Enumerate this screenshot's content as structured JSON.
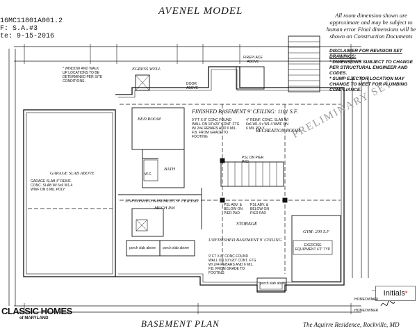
{
  "header": {
    "model_title": "AVENEL  MODEL",
    "drawing_id": "16MC11801A001.2",
    "line_f": "F:  S.A.#3",
    "line_date": "te:  9-15-2016",
    "room_note": "All room dimension shown are approximate and may be subject to human error Final dimensions will be shown on Construction Documents"
  },
  "disclaimer": {
    "heading": "DISCLAIMER FOR REVISION SET DRAWINGS:",
    "items": [
      "* DIMENSIONS SUBJECT TO CHANGE PER STRUCTURAL ENGINEER AND CODES.",
      "* SUMP EJECTOR LOCATION MAY CHANGE TO MEET FOR PLUMBING COMPLIANCE."
    ]
  },
  "watermark": "PRELIMINARY SET",
  "rooms": {
    "finished_basement": "FINISHED BASEMENT 9' CEILING: 1101 S.F.",
    "bedroom": "BED ROOM",
    "recreation": "RECREATION ROOM",
    "bath": "BATH",
    "garage": "GARAGE SLAB ABOVE",
    "unfinished_top": "UNFINISHED BASEMENT 9' CEILING",
    "mech": "MECH RM",
    "storage": "STORAGE",
    "unfinished_bottom": "UNFINISHED BASEMENT 9' CEILING",
    "gym": "GYM: 200 S.F",
    "egress": "EGRESS WELL",
    "fireplace": "FIREPLACE ABOVE",
    "window_well": "* WINDOW AND WALK UP LOCATIONS TO BE DETERMINED PER SITE CONDITIONS.",
    "porch_left": "porch slab above",
    "porch_mid": "porch slab above",
    "porch_bottom": "porch slab above",
    "exercise": "EXERCISE EQUIPMENT 4'2\" TYP",
    "door_above": "DOOR ABOVE",
    "wc": "W.C."
  },
  "notes": {
    "found_wall_1": "9' FT X 8\" CONC FOUND WALL ON 10\"x20\" CONT. FTG W/ 2#4 REBARS AND 6 MIL. F.B. FROM GRADE TO FOOTING",
    "found_wall_2": "9' FT X 8\" CONC FOUND WALL ON 10\"x20\" CONT. FTG W/ 2#4 REBARS AND 6 MIL. F.B. FROM GRADE TO FOOTING",
    "rebar_top": "4\" REINF. CONC. SLAB W/ 6x6 W1.4 x W1.4 WWF ON 6 MIL POLY",
    "garage_slab": "GARAGE SLAB 4\" REINF. CONC. SLAB W/ 6x6 W1.4 WWF ON 6 MIL POLY",
    "psl_1": "PSL ABV. & BELOW ON PIER PAD",
    "psl_2": "PSL ABV. & BELOW ON PIER PAD",
    "psl_3": "PSL ON PIER PAD"
  },
  "footer": {
    "plan_title": "BASEMENT PLAN",
    "residence": "The Aquirre Residence, Rockville, MD",
    "initials_label": "Initials",
    "homeowner_1": "HOMEOWNER",
    "homeowner_2": "HOMEOWNER",
    "logo_brand": "CLASSIC HOMES",
    "logo_sub": "of MARYLAND"
  }
}
